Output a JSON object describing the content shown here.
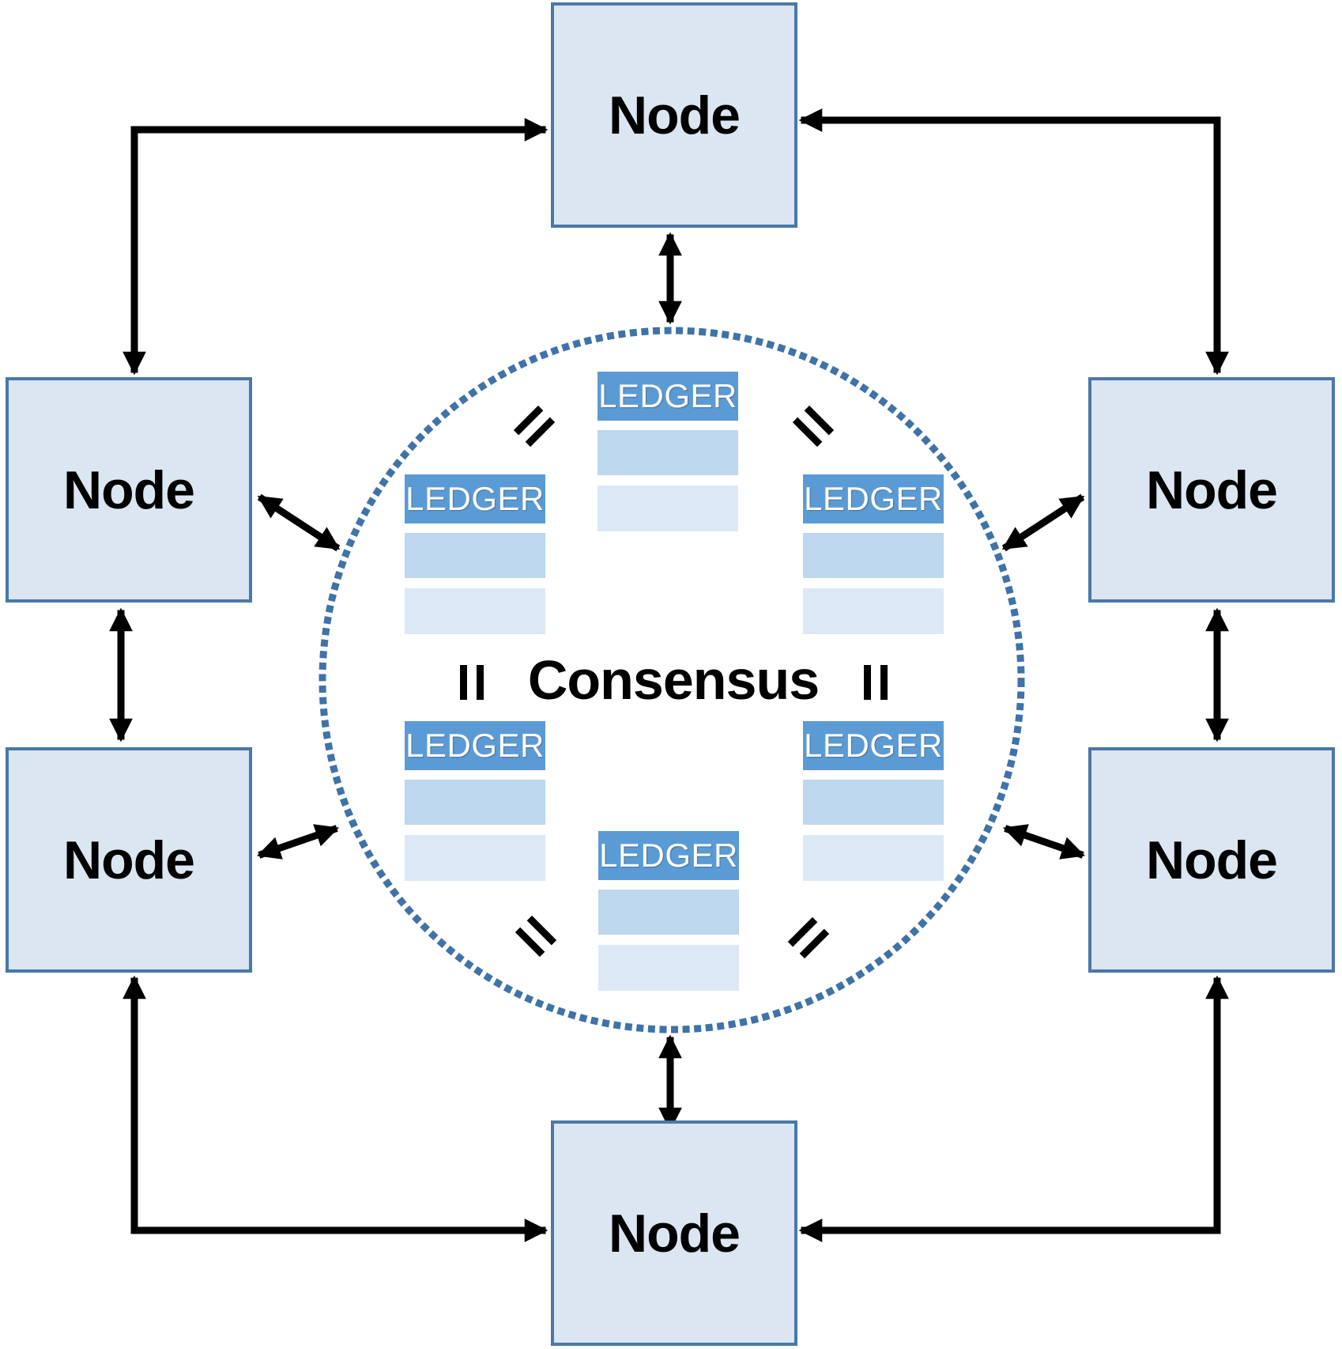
{
  "diagram": {
    "description": "Peer-to-peer blockchain network: six nodes exchange messages around a dotted consensus boundary containing replicated identical ledgers",
    "node_count": 6,
    "ledger_count": 6,
    "equals_mark_count": 6
  },
  "consensus": {
    "label": "Consensus"
  },
  "nodes": [
    {
      "id": "node-top",
      "label": "Node"
    },
    {
      "id": "node-upper-left",
      "label": "Node"
    },
    {
      "id": "node-upper-right",
      "label": "Node"
    },
    {
      "id": "node-lower-left",
      "label": "Node"
    },
    {
      "id": "node-lower-right",
      "label": "Node"
    },
    {
      "id": "node-bottom",
      "label": "Node"
    }
  ],
  "ledgers": [
    {
      "id": "ledger-top-center",
      "header": "LEDGER",
      "rows": 2
    },
    {
      "id": "ledger-upper-left",
      "header": "LEDGER",
      "rows": 2
    },
    {
      "id": "ledger-upper-right",
      "header": "LEDGER",
      "rows": 2
    },
    {
      "id": "ledger-lower-left",
      "header": "LEDGER",
      "rows": 2
    },
    {
      "id": "ledger-lower-right",
      "header": "LEDGER",
      "rows": 2
    },
    {
      "id": "ledger-bottom-center",
      "header": "LEDGER",
      "rows": 2
    }
  ],
  "icons": {
    "equals_icon": "= (equality between ledgers)",
    "double_arrow_icon": "bidirectional arrow",
    "arrow_icon": "directional arrow",
    "dotted_circle_icon": "dashed consensus boundary circle"
  },
  "colors": {
    "node_fill": "#dbe6f2",
    "node_border": "#4a78a8",
    "ledger_header_bg": "#5b9bd5",
    "ledger_header_text": "#ffffff",
    "ledger_row1": "#bdd7ee",
    "ledger_row2": "#dce8f5",
    "circle_dots": "#3f73a8",
    "arrows": "#000000",
    "text": "#000000",
    "background": "#ffffff"
  }
}
